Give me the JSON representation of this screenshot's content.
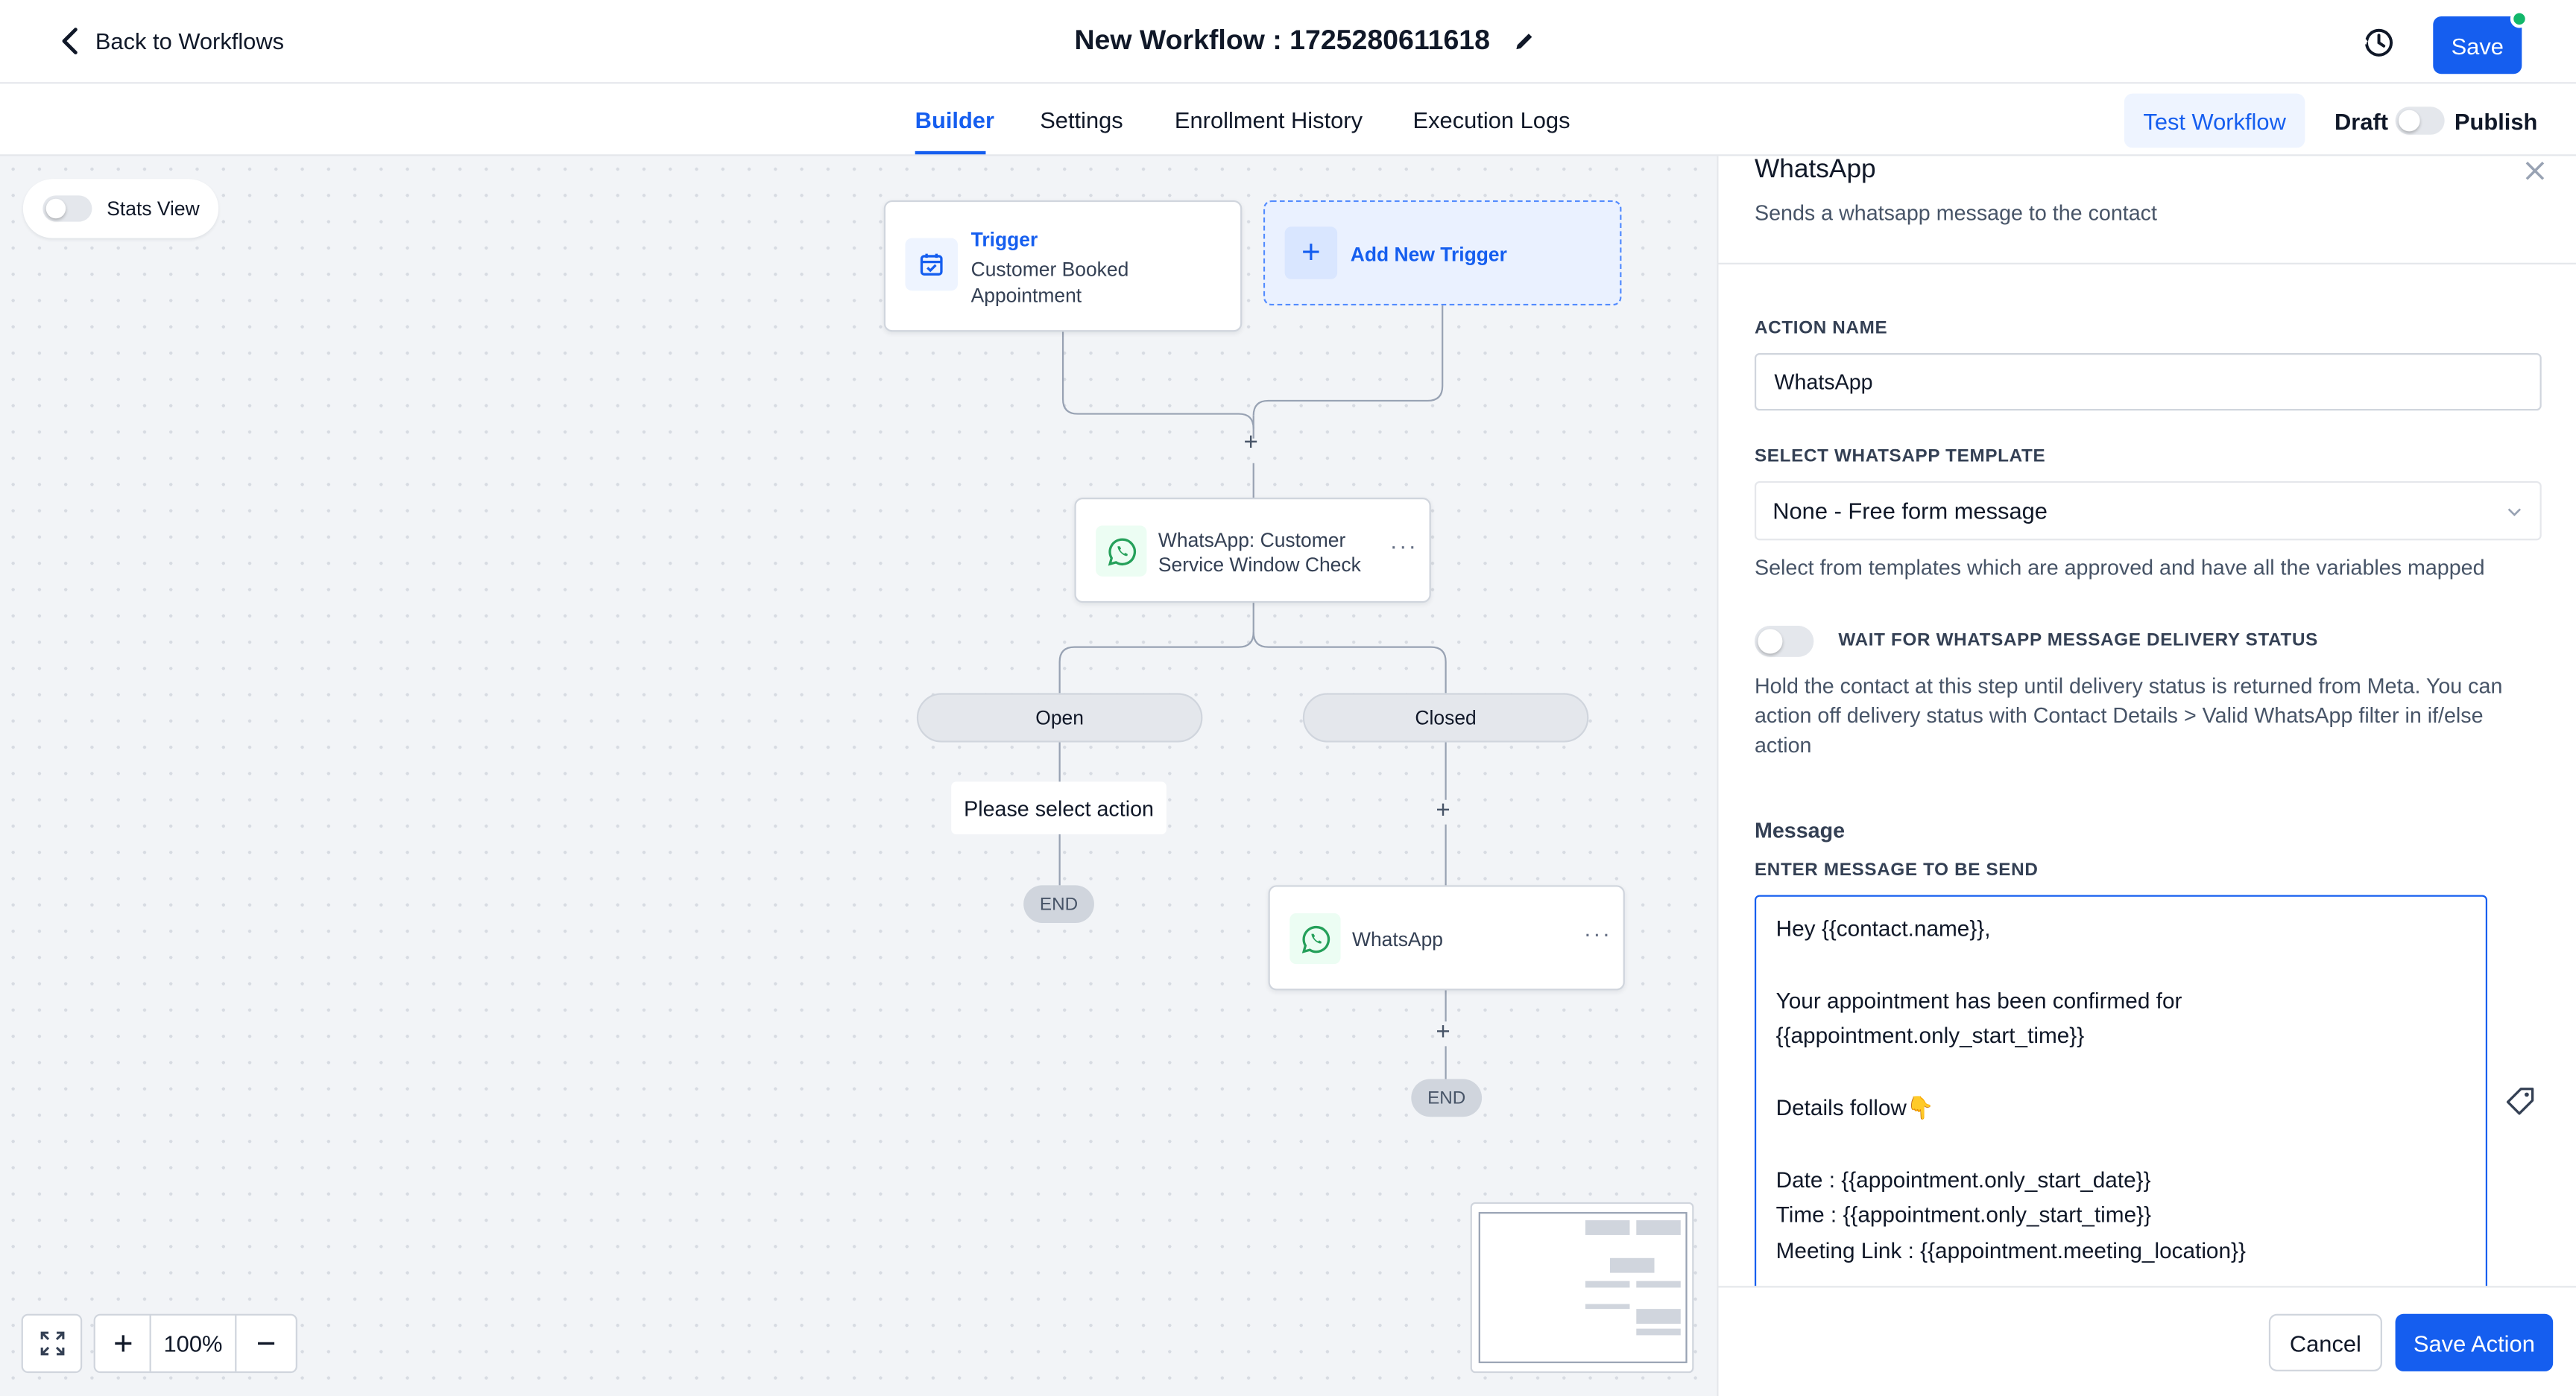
{
  "header": {
    "back_label": "Back to Workflows",
    "title": "New Workflow : 1725280611618",
    "save_label": "Save"
  },
  "tabs": {
    "items": [
      {
        "label": "Builder",
        "active": true
      },
      {
        "label": "Settings",
        "active": false
      },
      {
        "label": "Enrollment History",
        "active": false
      },
      {
        "label": "Execution Logs",
        "active": false
      }
    ],
    "test_label": "Test Workflow",
    "draft_label": "Draft",
    "publish_label": "Publish"
  },
  "canvas": {
    "stats_label": "Stats View",
    "trigger": {
      "title": "Trigger",
      "subtitle": "Customer Booked Appointment"
    },
    "add_trigger_label": "Add New Trigger",
    "wa_check_label": "WhatsApp: Customer Service Window Check",
    "branches": {
      "open": "Open",
      "closed": "Closed"
    },
    "select_action_label": "Please select action",
    "end_label": "END",
    "wa_action_label": "WhatsApp",
    "zoom_label": "100%"
  },
  "panel": {
    "title": "WhatsApp",
    "description": "Sends a whatsapp message to the contact",
    "action_name_label": "ACTION NAME",
    "action_name_value": "WhatsApp",
    "template_label": "SELECT WHATSAPP TEMPLATE",
    "template_value": "None - Free form message",
    "template_help": "Select from templates which are approved and have all the variables mapped",
    "wait_label": "WAIT FOR WHATSAPP MESSAGE DELIVERY STATUS",
    "wait_help": "Hold the contact at this step until delivery status is returned from Meta. You can action off delivery status with Contact Details > Valid WhatsApp filter in if/else action",
    "message_heading": "Message",
    "message_label": "ENTER MESSAGE TO BE SEND",
    "message_value": "Hey {{contact.name}},\n\nYour appointment has been confirmed for {{appointment.only_start_time}}\n\nDetails follow👇\n\nDate : {{appointment.only_start_date}}\nTime : {{appointment.only_start_time}}\nMeeting Link : {{appointment.meeting_location}}",
    "cancel_label": "Cancel",
    "save_action_label": "Save Action"
  },
  "colors": {
    "primary": "#155eef",
    "whatsapp": "#25a05a",
    "status_dot": "#12b76a"
  },
  "icons": [
    "chevron-left-icon",
    "pencil-icon",
    "history-icon",
    "calendar-check-icon",
    "plus-icon",
    "whatsapp-icon",
    "more-dots-icon",
    "close-icon",
    "chevron-down-icon",
    "tag-icon",
    "fit-view-icon",
    "minus-icon"
  ]
}
